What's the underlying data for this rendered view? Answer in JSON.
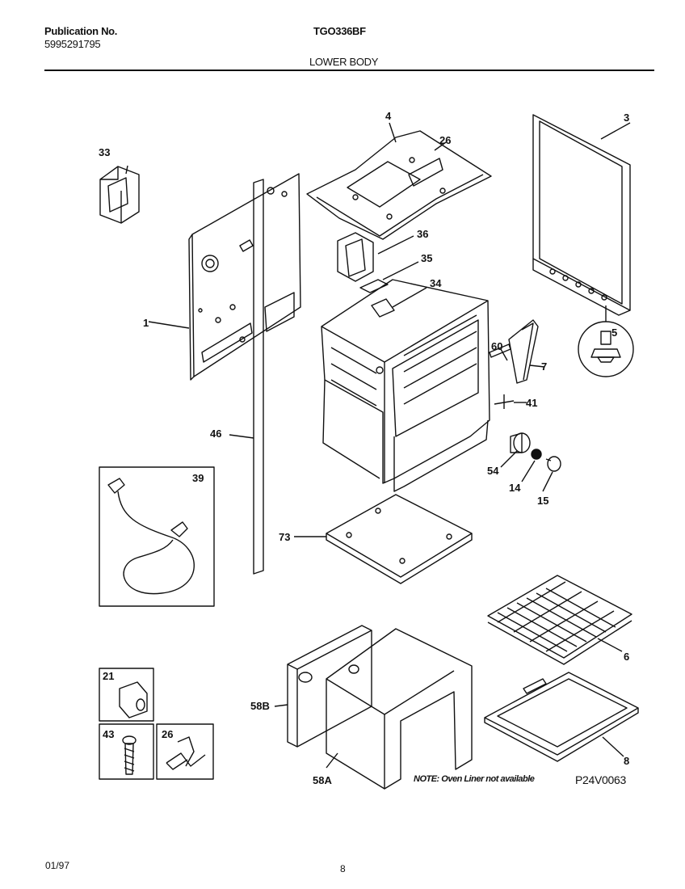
{
  "header": {
    "publication_label": "Publication No.",
    "publication_number": "5995291795",
    "model": "TGO336BF",
    "section_title": "LOWER BODY"
  },
  "callouts": {
    "c1": "1",
    "c3": "3",
    "c4": "4",
    "c5": "5",
    "c6": "6",
    "c7": "7",
    "c8": "8",
    "c14": "14",
    "c15": "15",
    "c21": "21",
    "c26a": "26",
    "c26b": "26",
    "c33": "33",
    "c34": "34",
    "c35": "35",
    "c36": "36",
    "c39": "39",
    "c41": "41",
    "c43": "43",
    "c46": "46",
    "c54": "54",
    "c58a": "58A",
    "c58b": "58B",
    "c60": "60",
    "c73": "73"
  },
  "note": "NOTE: Oven Liner not available",
  "diagram_code": "P24V0063",
  "footer": {
    "date": "01/97",
    "page": "8"
  }
}
